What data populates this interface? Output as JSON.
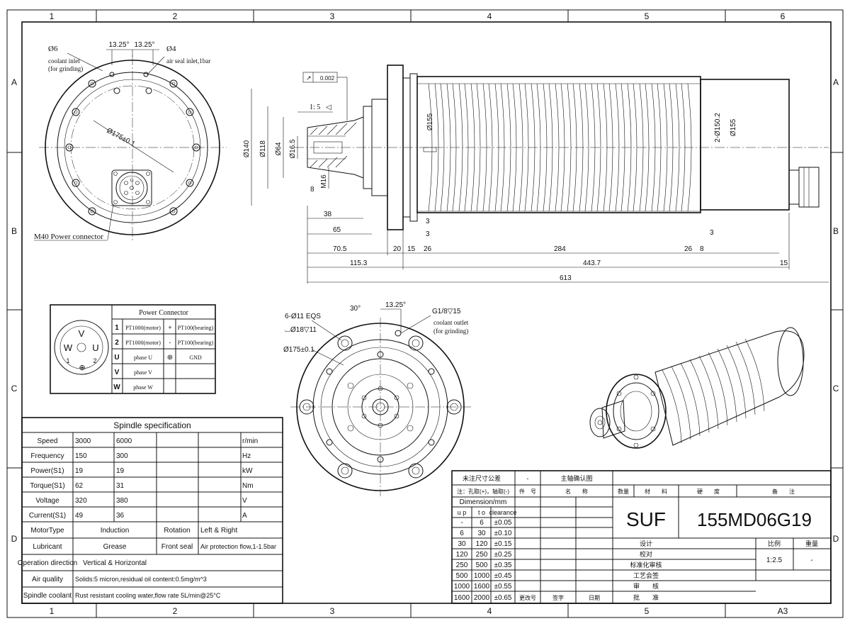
{
  "border": {
    "cols_top": [
      "1",
      "2",
      "3",
      "4",
      "5",
      "6"
    ],
    "cols_bottom": [
      "1",
      "2",
      "3",
      "4",
      "5",
      "A3"
    ],
    "rows": [
      "A",
      "B",
      "C",
      "D"
    ]
  },
  "front_view": {
    "hole_dia": "Ø6",
    "coolant_inlet_1": "coolant inlet",
    "coolant_inlet_2": "(for grinding)",
    "angle_a": "13.25°",
    "angle_b": "13.25°",
    "seal_dia": "Ø4",
    "seal_label": "air seal inlet,1bar",
    "pcd": "Ø175±0.1",
    "connector_label": "M40 Power connector"
  },
  "side_view": {
    "runout": "0.002",
    "taper": "1: 5",
    "d140": "Ø140",
    "d118": "Ø118",
    "d64": "Ø64",
    "d16": "Ø16.5",
    "m16": "M16",
    "d8": "8",
    "d155a": "Ø155",
    "d150": "2-Ø150.2",
    "d155b": "Ø155",
    "dim_38": "38",
    "dim_65": "65",
    "dim_70": "70.5",
    "dim_115": "115.3",
    "dim_3a": "3",
    "dim_3b": "3",
    "dim_20": "20",
    "dim_15a": "15",
    "dim_26a": "26",
    "dim_284": "284",
    "dim_443": "443.7",
    "dim_26b": "26",
    "dim_8b": "8",
    "dim_3c": "3",
    "dim_15b": "15",
    "dim_613": "613"
  },
  "rear_view": {
    "holes": "6-Ø11 EQS",
    "cbore": "⌴Ø18▽11",
    "angle1": "30°",
    "angle2": "13.25°",
    "pcd": "Ø175±0.1",
    "thread": "G1/8▽15",
    "outlet1": "coolant outlet",
    "outlet2": "(for grinding)"
  },
  "power_connector": {
    "title": "Power Connector",
    "pins": [
      "V",
      "W",
      "U",
      "1",
      "2"
    ],
    "rows": [
      {
        "id": "1",
        "a": "PT1000(motor)",
        "s": "+",
        "b": "PT100(bearing)"
      },
      {
        "id": "2",
        "a": "PT1000(motor)",
        "s": "-",
        "b": "PT100(bearing)"
      },
      {
        "id": "U",
        "a": "phase U",
        "s": "⊕",
        "b": "GND"
      },
      {
        "id": "V",
        "a": "phase V",
        "s": "",
        "b": ""
      },
      {
        "id": "W",
        "a": "phase W",
        "s": "",
        "b": ""
      }
    ]
  },
  "spec": {
    "title": "Spindle specification",
    "rows": [
      {
        "k": "Speed",
        "v1": "3000",
        "v2": "6000",
        "u": "r/min"
      },
      {
        "k": "Frequency",
        "v1": "150",
        "v2": "300",
        "u": "Hz"
      },
      {
        "k": "Power(S1)",
        "v1": "19",
        "v2": "19",
        "u": "kW"
      },
      {
        "k": "Torque(S1)",
        "v1": "62",
        "v2": "31",
        "u": "Nm"
      },
      {
        "k": "Voltage",
        "v1": "320",
        "v2": "380",
        "u": "V"
      },
      {
        "k": "Current(S1)",
        "v1": "49",
        "v2": "36",
        "u": "A"
      }
    ],
    "motor_type_k": "MotorType",
    "motor_type_v": "Induction",
    "rotation_k": "Rotation",
    "rotation_v": "Left & Right",
    "lubricant_k": "Lubricant",
    "lubricant_v": "Grease",
    "seal_k": "Front seal",
    "seal_v": "Air protection flow,1-1.5bar",
    "direction_k": "Operation direction",
    "direction_v": "Vertical & Horizontal",
    "air_k": "Air quality",
    "air_v": "Solids:5 micron,residual oil content:0.5mg/m^3",
    "coolant_k": "Spindle coolant",
    "coolant_v": "Rust resistant cooling water,flow rate 5L/min@25°C"
  },
  "title_block": {
    "tol_title": "未注尺寸公差",
    "dash": "-",
    "confirm": "主轴确认图",
    "note": "注：孔取(+)，轴取(-)",
    "h_part": "件　号",
    "h_name": "名　　称",
    "h_qty": "数量",
    "h_mat": "材　　料",
    "h_hard": "硬　　度",
    "h_remark": "备　　注",
    "dim_title": "Dimension/mm",
    "dim_up": "u p",
    "dim_to": "t o",
    "dim_clear": "clearance",
    "dim_rows": [
      {
        "a": "-",
        "b": "6",
        "c": "±0.05"
      },
      {
        "a": "6",
        "b": "30",
        "c": "±0.10"
      },
      {
        "a": "30",
        "b": "120",
        "c": "±0.15"
      },
      {
        "a": "120",
        "b": "250",
        "c": "±0.25"
      },
      {
        "a": "250",
        "b": "500",
        "c": "±0.35"
      },
      {
        "a": "500",
        "b": "1000",
        "c": "±0.45"
      },
      {
        "a": "1000",
        "b": "1600",
        "c": "±0.55"
      },
      {
        "a": "1600",
        "b": "2000",
        "c": "±0.65"
      }
    ],
    "brand": "SUF",
    "model": "155MD06G19",
    "design": "设计",
    "check": "校对",
    "std": "标准化审核",
    "craft": "工艺会签",
    "review": "审　　核",
    "approve": "批　　准",
    "change": "更改号",
    "sign": "签字",
    "date": "日期",
    "scale_k": "比例",
    "weight_k": "重量",
    "scale_v": "1:2.5",
    "weight_v": "-"
  }
}
